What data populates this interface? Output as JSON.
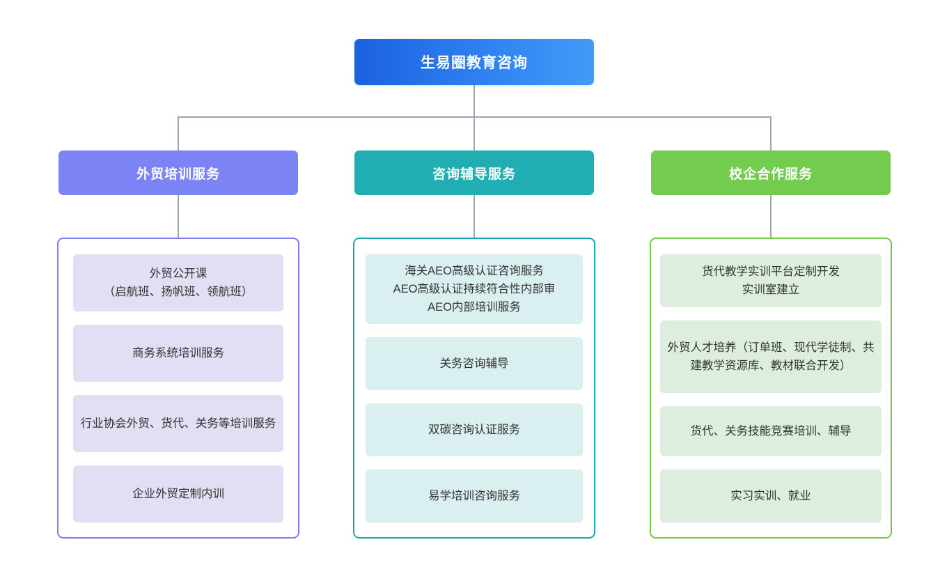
{
  "diagram": {
    "root": {
      "label": "生易圈教育咨询",
      "color_start": "#1b61e0",
      "color_end": "#419bf8"
    },
    "connector_color": "#9aa6b5",
    "columns": [
      {
        "key": "col1",
        "header": "外贸培训服务",
        "header_color": "#7b83f5",
        "border_color": "#7b7ff0",
        "item_color": "#e1dff4",
        "items": [
          "外贸公开课\n（启航班、扬帆班、领航班）",
          "商务系统培训服务",
          "行业协会外贸、货代、关务等培训服务",
          "企业外贸定制内训"
        ]
      },
      {
        "key": "col2",
        "header": "咨询辅导服务",
        "header_color": "#21aeb2",
        "border_color": "#17abb0",
        "item_color": "#d9eff0",
        "items": [
          "海关AEO高级认证咨询服务\nAEO高级认证持续符合性内部审\nAEO内部培训服务",
          "关务咨询辅导",
          "双碳咨询认证服务",
          "易学培训咨询服务"
        ]
      },
      {
        "key": "col3",
        "header": "校企合作服务",
        "header_color": "#74cc4e",
        "border_color": "#6cc94a",
        "item_color": "#ddeede",
        "items": [
          "货代教学实训平台定制开发\n实训室建立",
          "外贸人才培养（订单班、现代学徒制、共建教学资源库、教材联合开发）",
          "货代、关务技能竞赛培训、辅导",
          "实习实训、就业"
        ]
      }
    ]
  }
}
